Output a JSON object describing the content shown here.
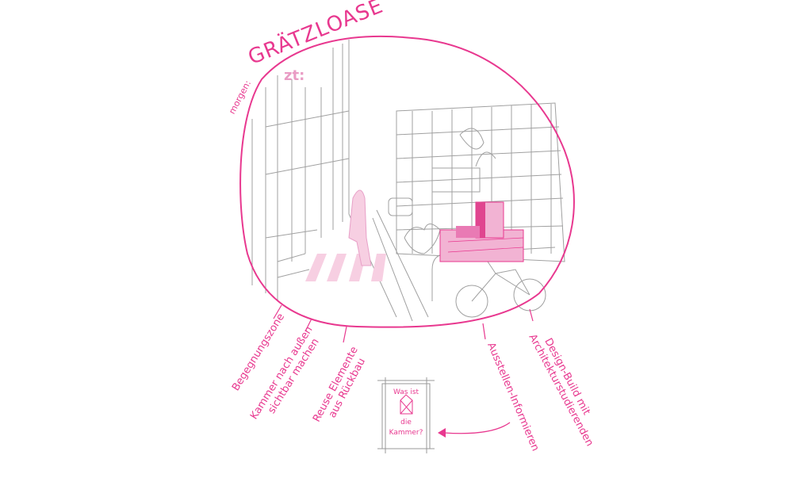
{
  "title": {
    "prefix": "morgen:",
    "main": "GRÄTZLOASE"
  },
  "sign_logo": "zt:",
  "annotations": [
    {
      "text": "Begegnungszone"
    },
    {
      "line1": "Kammer nach außen",
      "line2": "sichtbar machen"
    },
    {
      "line1": "Reuse Elemente",
      "line2": "aus Rückbau"
    },
    {
      "text": "Ausstellen-Informieren"
    },
    {
      "line1": "Design-Build mit",
      "line2": "Architekturstudierenden"
    }
  ],
  "poster": {
    "line1": "Was ist",
    "line2": "die",
    "line3": "Kammer?"
  },
  "colors": {
    "accent": "#e8388f",
    "pink_fill": "#f2b3d3",
    "sketch": "#9a9a9a"
  }
}
